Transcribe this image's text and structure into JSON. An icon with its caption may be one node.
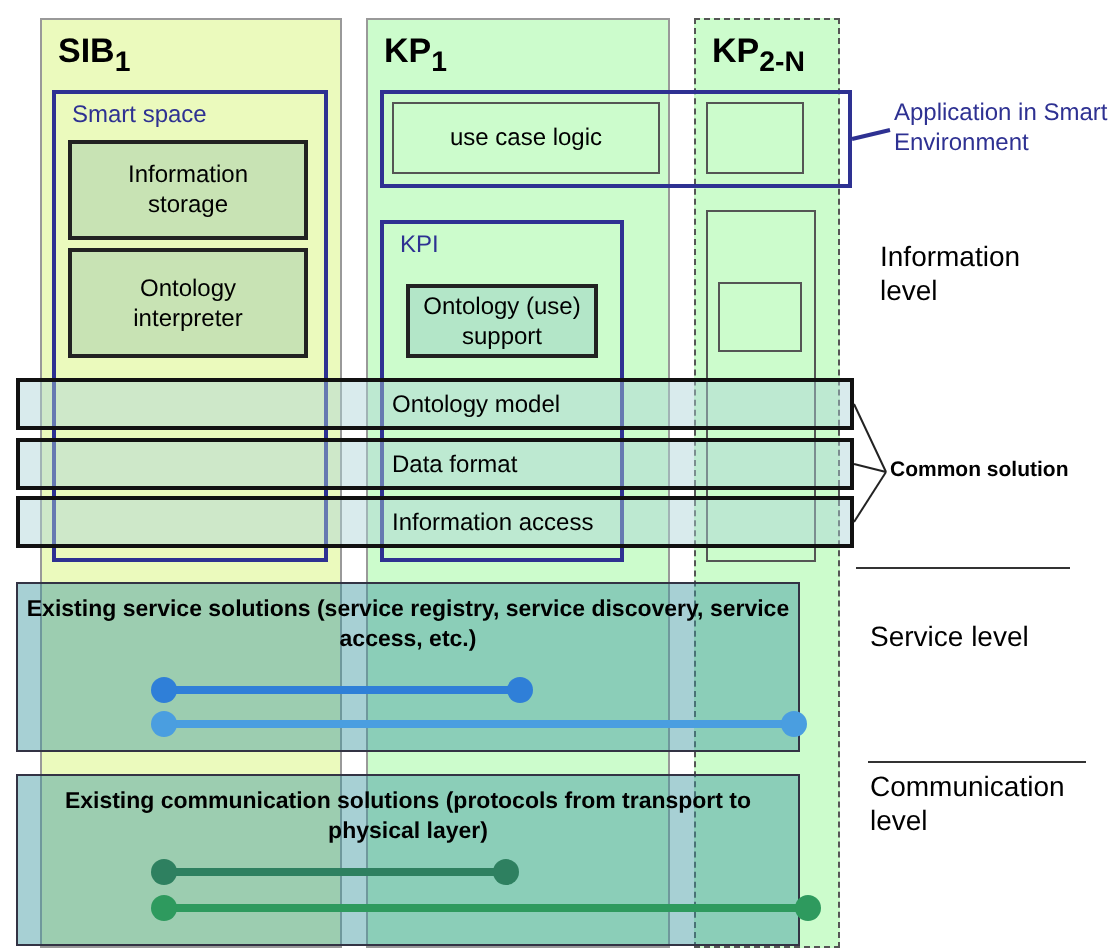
{
  "diagram": {
    "nodes": [
      {
        "text": [
          "SIB$_{1}$"
        ]
      },
      {
        "text": [
          "Smart space"
        ],
        "in": 0
      },
      {
        "text": [
          "Information storage"
        ],
        "in": 1
      },
      {
        "text": [
          "Ontology interpreter"
        ],
        "in": 1
      },
      {
        "text": [
          "KP$_{1}$"
        ]
      },
      {
        "text": [],
        "shape": "box"
      },
      {
        "text": [
          "use case logic"
        ]
      },
      {
        "text": [],
        "shape": "box"
      },
      {
        "text": [
          "KPI"
        ],
        "in": 4
      },
      {
        "text": [
          "Ontology (use) support"
        ],
        "in": 8
      },
      {
        "text": [
          "KP$_{2-N}$"
        ]
      },
      {
        "text": [],
        "shape": "box",
        "in": 10
      },
      {
        "text": [],
        "shape": "box",
        "in": 11
      },
      {
        "text": [
          "Ontology model"
        ]
      },
      {
        "text": [
          "Data format"
        ]
      },
      {
        "text": [
          "Information access"
        ]
      },
      {
        "text": [
          "Application in Smart Environment"
        ]
      },
      {
        "text": [
          "Common solution"
        ]
      },
      {
        "text": [
          "Existing service solutions (service registry, service discovery, service access, etc.)"
        ]
      },
      {
        "text": [
          "Existing communication solutions (protocols from transport to physical layer)"
        ]
      }
    ],
    "edges": [
      {
        "from": 16,
        "to": 5,
        "arrow": "none",
        "color": "#2e3192"
      },
      {
        "from": 17,
        "to": 13,
        "arrow": "none"
      },
      {
        "from": 17,
        "to": 14,
        "arrow": "none"
      },
      {
        "from": 17,
        "to": 15,
        "arrow": "none"
      }
    ],
    "labels": [
      "Information level",
      "Service level",
      "Communication level"
    ]
  }
}
